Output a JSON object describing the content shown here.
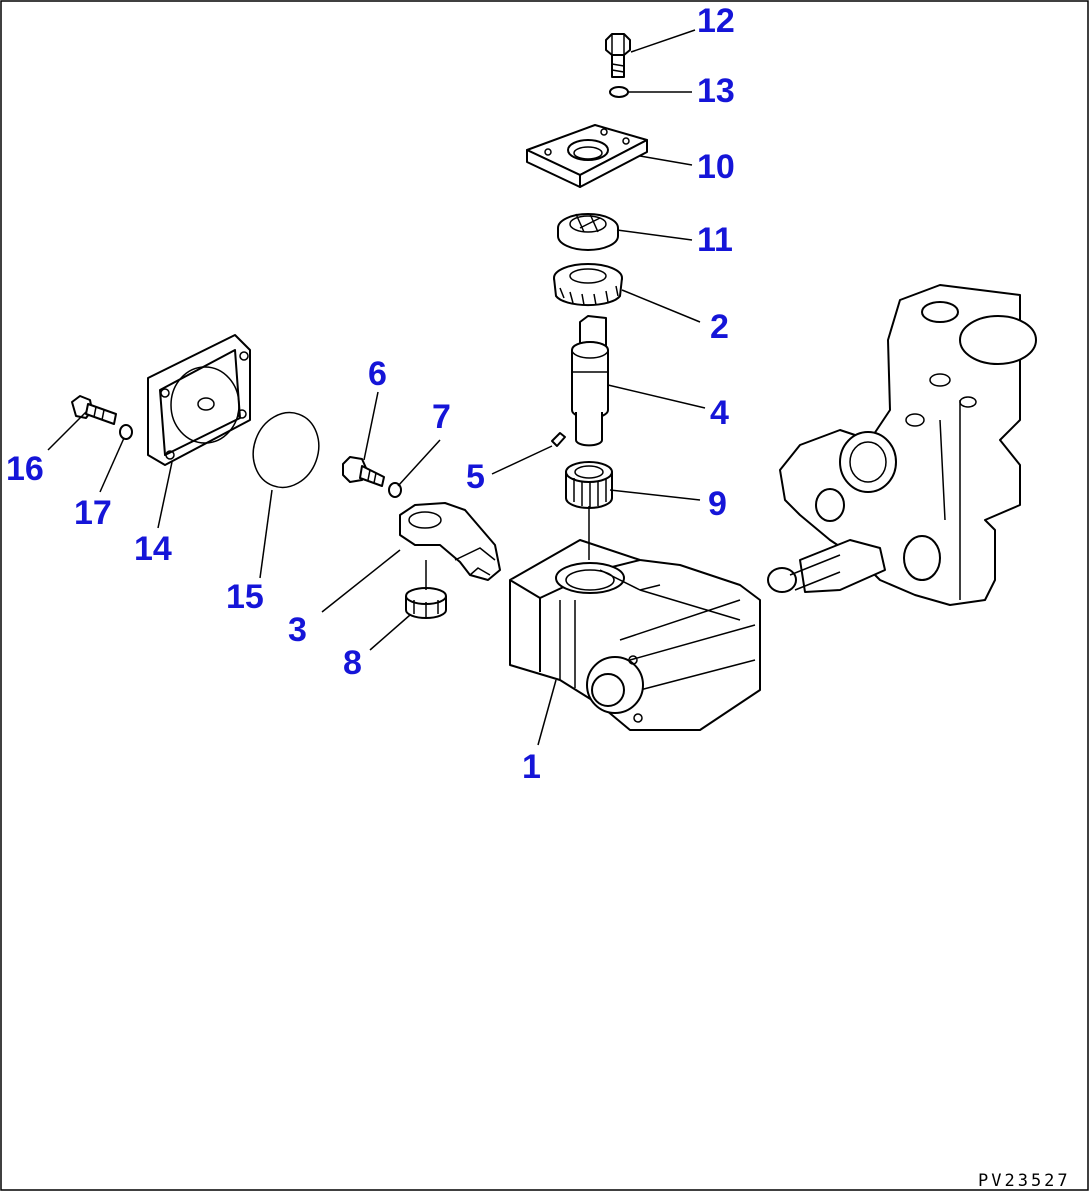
{
  "diagram": {
    "callout_color": "#1515d8",
    "line_color": "#000000",
    "drawing_code": "PV23527",
    "callouts": [
      {
        "id": "1",
        "label": "1"
      },
      {
        "id": "2",
        "label": "2"
      },
      {
        "id": "3",
        "label": "3"
      },
      {
        "id": "4",
        "label": "4"
      },
      {
        "id": "5",
        "label": "5"
      },
      {
        "id": "6",
        "label": "6"
      },
      {
        "id": "7",
        "label": "7"
      },
      {
        "id": "8",
        "label": "8"
      },
      {
        "id": "9",
        "label": "9"
      },
      {
        "id": "10",
        "label": "10"
      },
      {
        "id": "11",
        "label": "11"
      },
      {
        "id": "12",
        "label": "12"
      },
      {
        "id": "13",
        "label": "13"
      },
      {
        "id": "14",
        "label": "14"
      },
      {
        "id": "15",
        "label": "15"
      },
      {
        "id": "16",
        "label": "16"
      },
      {
        "id": "17",
        "label": "17"
      }
    ]
  }
}
